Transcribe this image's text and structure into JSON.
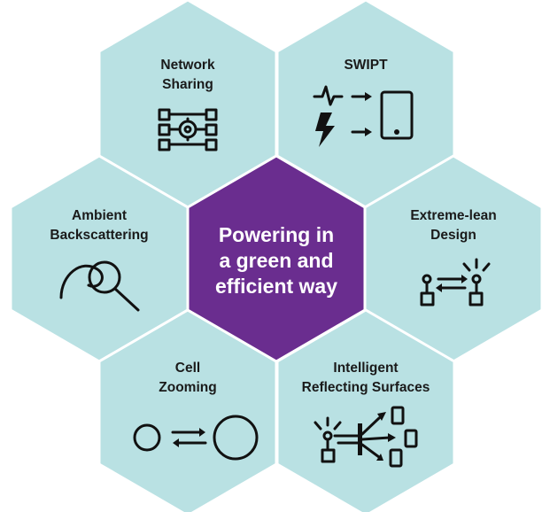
{
  "colors": {
    "outer_hex": "#b9e1e3",
    "center_hex": "#6a2d8f",
    "hex_border": "#ffffff",
    "label_text": "#1a1a1a",
    "center_text": "#ffffff",
    "icon": "#111111"
  },
  "center": {
    "lines": [
      "Powering in",
      "a green and",
      "efficient way"
    ]
  },
  "hexagons": {
    "network_sharing": {
      "lines": [
        "Network",
        "Sharing"
      ],
      "icon": "network-gear-icon"
    },
    "swipt": {
      "lines": [
        "SWIPT"
      ],
      "icon": "signal-power-to-phone-icon"
    },
    "ambient_backscattering": {
      "lines": [
        "Ambient",
        "Backscattering"
      ],
      "icon": "magnifier-curve-icon"
    },
    "extreme_lean": {
      "lines": [
        "Extreme-lean",
        "Design"
      ],
      "icon": "lean-link-icon"
    },
    "cell_zooming": {
      "lines": [
        "Cell",
        "Zooming"
      ],
      "icon": "cell-zoom-icon"
    },
    "irs": {
      "lines": [
        "Intelligent",
        "Reflecting Surfaces"
      ],
      "icon": "reflecting-surface-icon"
    }
  }
}
